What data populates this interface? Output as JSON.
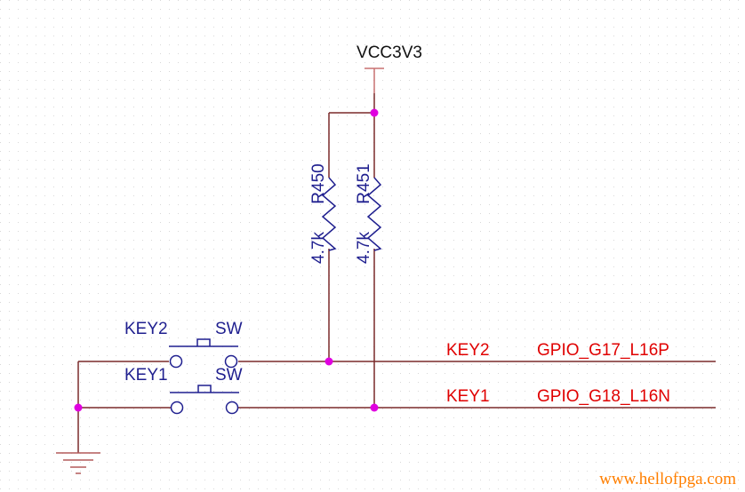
{
  "power": {
    "label": "VCC3V3"
  },
  "resistors": [
    {
      "ref": "R450",
      "value": "4.7k"
    },
    {
      "ref": "R451",
      "value": "4.7k"
    }
  ],
  "switches": [
    {
      "ref": "KEY2",
      "type": "SW"
    },
    {
      "ref": "KEY1",
      "type": "SW"
    }
  ],
  "nets": [
    {
      "name": "KEY2",
      "pin": "GPIO_G17_L16P"
    },
    {
      "name": "KEY1",
      "pin": "GPIO_G18_L16N"
    }
  ],
  "watermark": "www.hellofpga.com",
  "colors": {
    "wire": "#7a2a2a",
    "component": "#1f1f8f",
    "net_label": "#e00000",
    "junction": "#e000e0",
    "watermark": "#ff7f00",
    "power_symbol": "#c87070",
    "ground": "#b35a5a"
  }
}
